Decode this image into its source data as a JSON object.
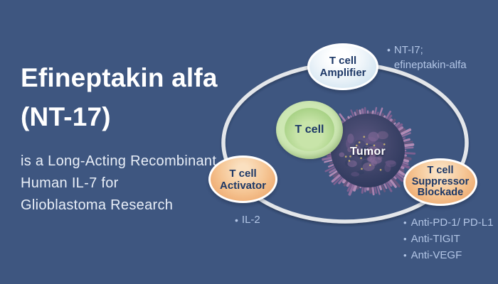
{
  "page": {
    "background_color": "#3e5680"
  },
  "header": {
    "title_line1": "Efineptakin alfa",
    "title_line2": "(NT-17)",
    "subtitle": "is a Long-Acting Recombinant\nHuman IL-7 for\nGlioblastoma Research"
  },
  "diagram": {
    "ring_color": "#e3e6ea",
    "bubbles": {
      "amplifier": {
        "label": "T cell\nAmplifier",
        "fill_color": "#cfe3f0",
        "text_color": "#1c3766"
      },
      "activator": {
        "label": "T cell\nActivator",
        "fill_color": "#f0ab70",
        "text_color": "#1c3766"
      },
      "suppressor": {
        "label": "T cell\nSuppressor\nBlockade",
        "fill_color": "#f0ab70",
        "text_color": "#1c3766"
      }
    },
    "cells": {
      "t_cell_label": "T cell",
      "t_cell_color": "#b3d893",
      "tumor_label": "Tumor",
      "tumor_body_color": "#3d4368",
      "tumor_spike_color": "#8f6f9f"
    },
    "annotations": {
      "bullet_char": "•",
      "text_color": "#b3c6e6",
      "amplifier_note": "NT-I7;\nefineptakin-alfa",
      "activator_note": "IL-2",
      "suppressor_notes": [
        "Anti-PD-1/ PD-L1",
        "Anti-TIGIT",
        "Anti-VEGF"
      ]
    }
  }
}
